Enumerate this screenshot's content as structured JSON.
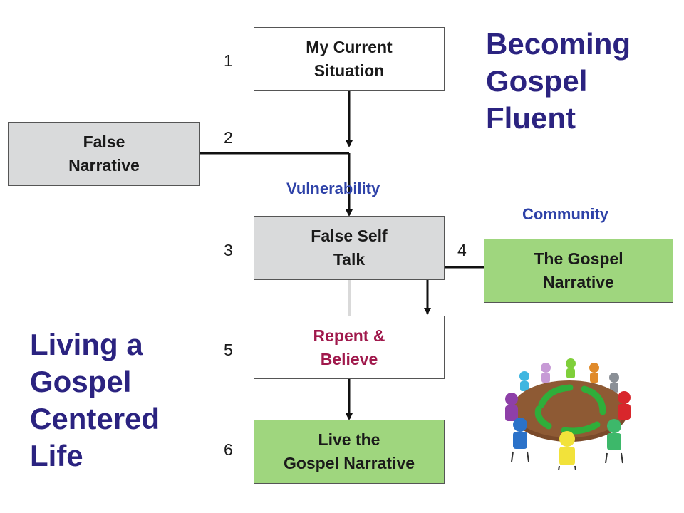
{
  "titles": {
    "top_right": "Becoming\nGospel\nFluent",
    "bottom_left": "Living a\nGospel\nCentered\nLife"
  },
  "boxes": {
    "current_situation": "My Current\nSituation",
    "false_narrative": "False\nNarrative",
    "false_self_talk": "False Self\nTalk",
    "gospel_narrative": "The Gospel\nNarrative",
    "repent_believe": "Repent &\nBelieve",
    "live_gospel": "Live the\nGospel Narrative"
  },
  "labels": {
    "vulnerability": "Vulnerability",
    "community": "Community"
  },
  "step_numbers": [
    "1",
    "2",
    "3",
    "4",
    "5",
    "6"
  ],
  "colors": {
    "title": "#2b2380",
    "label": "#2e42a8",
    "gray_box": "#d9dadb",
    "green_box": "#9fd67e",
    "repent_text": "#a0194c"
  },
  "image": {
    "icon": "people-around-table-icon"
  }
}
